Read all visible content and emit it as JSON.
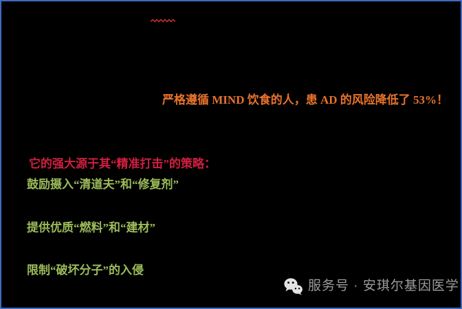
{
  "page": {
    "background_color": "#000000",
    "border_color": "#3D6CC0"
  },
  "annotation": {
    "squiggle_color": "#E0302A"
  },
  "highlight": {
    "text": "严格遵循 MIND 饮食的人，患 AD 的风险降低了 53%！",
    "color": "#E8732C"
  },
  "strategy": {
    "heading": {
      "text": "它的强大源于其“精准打击”的策略：",
      "color": "#D01F3F"
    },
    "point_color": "#9BBB59",
    "points": [
      {
        "text": "鼓励摄入“清道夫”和“修复剂”"
      },
      {
        "text": "提供优质“燃料”和“建材”"
      },
      {
        "text": "限制“破坏分子”的入侵"
      }
    ]
  },
  "watermark": {
    "icon": "wechat-icon",
    "text": "服务号 · 安琪尔基因医学",
    "text_color": "#9C9C9C",
    "icon_color": "#E2E2E2"
  }
}
